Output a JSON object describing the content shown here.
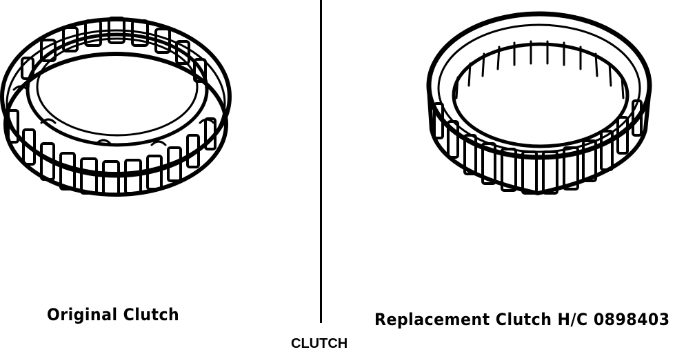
{
  "captions": {
    "left": "Original Clutch",
    "right": "Replacement Clutch H/C 0898403",
    "main": "CLUTCH"
  },
  "colors": {
    "ink": "#000000",
    "paper": "#ffffff"
  }
}
